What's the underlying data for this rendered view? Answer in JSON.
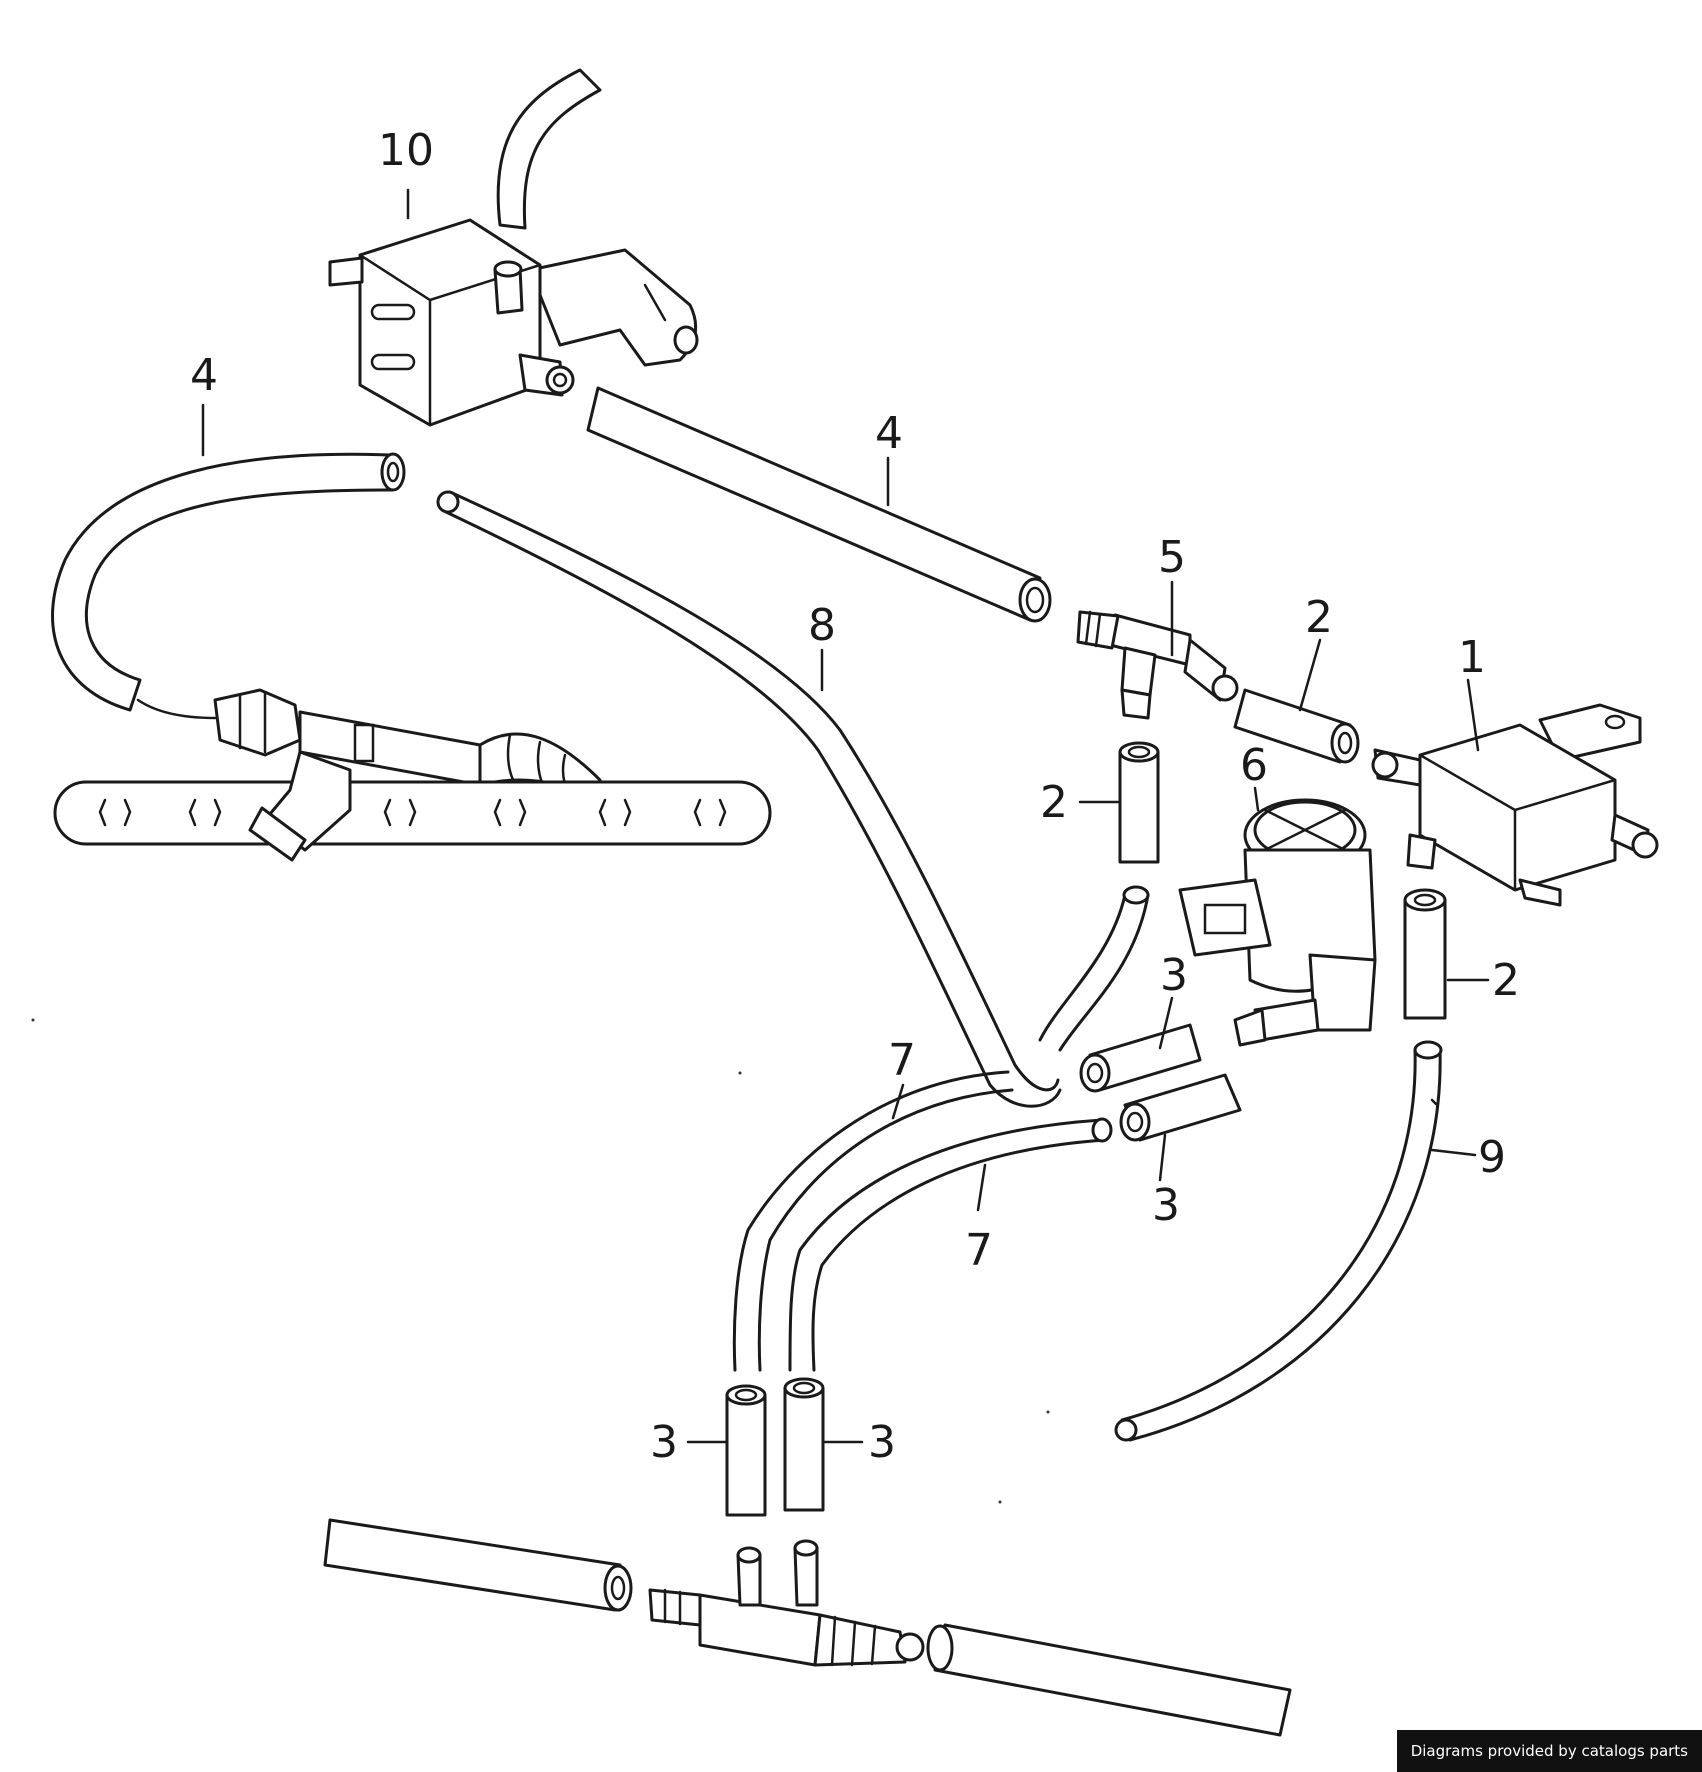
{
  "callouts": [
    {
      "id": "c10",
      "label": "10"
    },
    {
      "id": "c4a",
      "label": "4"
    },
    {
      "id": "c4b",
      "label": "4"
    },
    {
      "id": "c5",
      "label": "5"
    },
    {
      "id": "c8",
      "label": "8"
    },
    {
      "id": "c2a",
      "label": "2"
    },
    {
      "id": "c1",
      "label": "1"
    },
    {
      "id": "c6",
      "label": "6"
    },
    {
      "id": "c2b",
      "label": "2"
    },
    {
      "id": "c2c",
      "label": "2"
    },
    {
      "id": "c3a",
      "label": "3"
    },
    {
      "id": "c7a",
      "label": "7"
    },
    {
      "id": "c3b",
      "label": "3"
    },
    {
      "id": "c7b",
      "label": "7"
    },
    {
      "id": "c9",
      "label": "9"
    },
    {
      "id": "c3c",
      "label": "3"
    },
    {
      "id": "c3d",
      "label": "3"
    }
  ],
  "footer": {
    "text": "Diagrams provided by catalogs parts"
  }
}
